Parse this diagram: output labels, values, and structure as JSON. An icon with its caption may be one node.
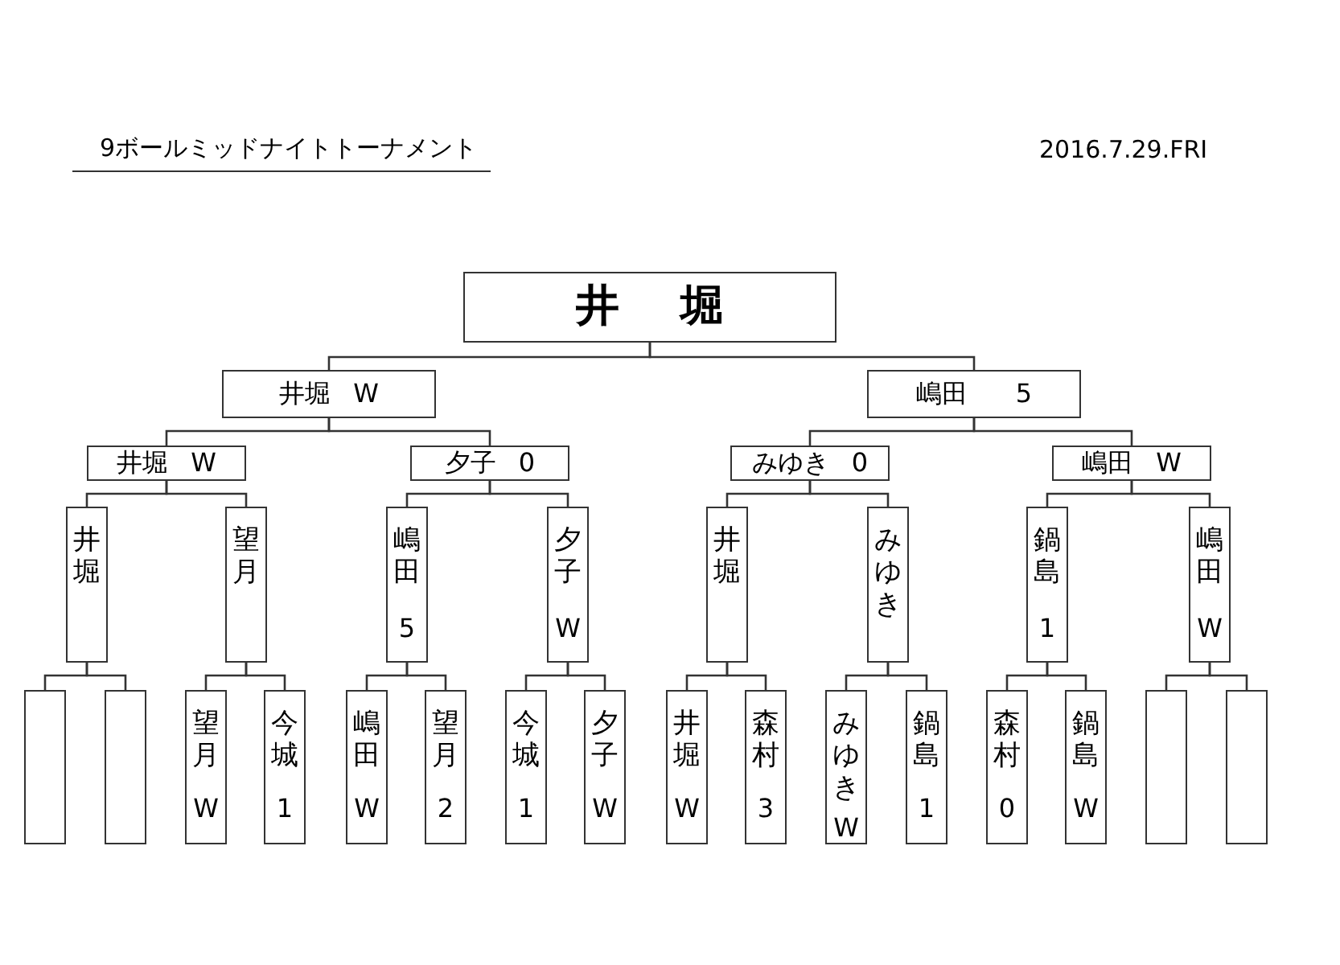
{
  "diagram": {
    "title": "9ボールミッドナイトトーナメント",
    "nodes": [
      {
        "text": [
          "井堀"
        ]
      },
      {
        "text": [
          "井堀",
          "W"
        ]
      },
      {
        "text": [
          "嶋田",
          "5"
        ]
      },
      {
        "text": [
          "井堀",
          "W"
        ]
      },
      {
        "text": [
          "夕子",
          "0"
        ]
      },
      {
        "text": [
          "みゆき",
          "0"
        ]
      },
      {
        "text": [
          "嶋田",
          "W"
        ]
      },
      {
        "text": [
          "井堀"
        ]
      },
      {
        "text": [
          "望月"
        ]
      },
      {
        "text": [
          "嶋田",
          "5"
        ]
      },
      {
        "text": [
          "夕子",
          "W"
        ]
      },
      {
        "text": [
          "井堀"
        ]
      },
      {
        "text": [
          "みゆき"
        ]
      },
      {
        "text": [
          "鍋島",
          "1"
        ]
      },
      {
        "text": [
          "嶋田",
          "W"
        ]
      },
      {
        "text": [],
        "shape": "box"
      },
      {
        "text": [],
        "shape": "box"
      },
      {
        "text": [
          "望月",
          "W"
        ]
      },
      {
        "text": [
          "今城",
          "1"
        ]
      },
      {
        "text": [
          "嶋田",
          "W"
        ]
      },
      {
        "text": [
          "望月",
          "2"
        ]
      },
      {
        "text": [
          "今城",
          "1"
        ]
      },
      {
        "text": [
          "夕子",
          "W"
        ]
      },
      {
        "text": [
          "井堀",
          "W"
        ]
      },
      {
        "text": [
          "森村",
          "3"
        ]
      },
      {
        "text": [
          "みゆき",
          "W"
        ]
      },
      {
        "text": [
          "鍋島",
          "1"
        ]
      },
      {
        "text": [
          "森村",
          "0"
        ]
      },
      {
        "text": [
          "鍋島",
          "W"
        ]
      },
      {
        "text": [],
        "shape": "box"
      },
      {
        "text": [],
        "shape": "box"
      }
    ],
    "edges": [
      {
        "from": 1,
        "to": 0,
        "arrow": "none"
      },
      {
        "from": 2,
        "to": 0,
        "arrow": "none"
      },
      {
        "from": 3,
        "to": 1,
        "arrow": "none"
      },
      {
        "from": 4,
        "to": 1,
        "arrow": "none"
      },
      {
        "from": 5,
        "to": 2,
        "arrow": "none"
      },
      {
        "from": 6,
        "to": 2,
        "arrow": "none"
      },
      {
        "from": 7,
        "to": 3,
        "arrow": "none"
      },
      {
        "from": 8,
        "to": 3,
        "arrow": "none"
      },
      {
        "from": 9,
        "to": 4,
        "arrow": "none"
      },
      {
        "from": 10,
        "to": 4,
        "arrow": "none"
      },
      {
        "from": 11,
        "to": 5,
        "arrow": "none"
      },
      {
        "from": 12,
        "to": 5,
        "arrow": "none"
      },
      {
        "from": 13,
        "to": 6,
        "arrow": "none"
      },
      {
        "from": 14,
        "to": 6,
        "arrow": "none"
      },
      {
        "from": 15,
        "to": 7,
        "arrow": "none"
      },
      {
        "from": 16,
        "to": 7,
        "arrow": "none"
      },
      {
        "from": 17,
        "to": 8,
        "arrow": "none"
      },
      {
        "from": 18,
        "to": 8,
        "arrow": "none"
      },
      {
        "from": 19,
        "to": 9,
        "arrow": "none"
      },
      {
        "from": 20,
        "to": 9,
        "arrow": "none"
      },
      {
        "from": 21,
        "to": 10,
        "arrow": "none"
      },
      {
        "from": 22,
        "to": 10,
        "arrow": "none"
      },
      {
        "from": 23,
        "to": 11,
        "arrow": "none"
      },
      {
        "from": 24,
        "to": 11,
        "arrow": "none"
      },
      {
        "from": 25,
        "to": 12,
        "arrow": "none"
      },
      {
        "from": 26,
        "to": 12,
        "arrow": "none"
      },
      {
        "from": 27,
        "to": 13,
        "arrow": "none"
      },
      {
        "from": 28,
        "to": 13,
        "arrow": "none"
      },
      {
        "from": 29,
        "to": 14,
        "arrow": "none"
      },
      {
        "from": 30,
        "to": 14,
        "arrow": "none"
      }
    ],
    "labels": [
      "2016.7.29.FRI"
    ]
  }
}
